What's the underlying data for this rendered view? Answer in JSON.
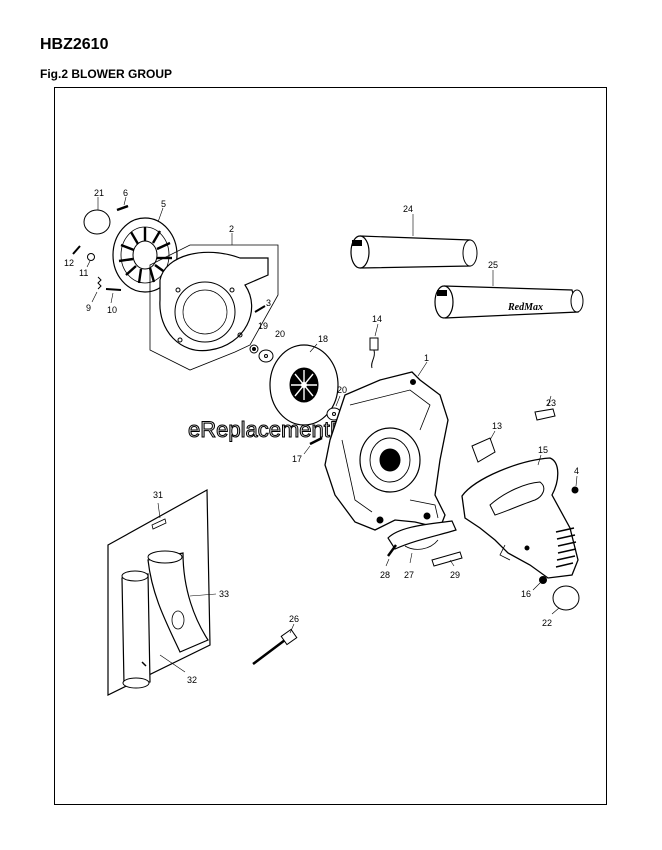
{
  "header": {
    "model": "HBZ2610",
    "figure_title": "Fig.2 BLOWER GROUP"
  },
  "watermark": "eReplacementParts.com",
  "brand_mark": "RedMax",
  "callouts": {
    "p1": "1",
    "p2": "2",
    "p3": "3",
    "p4": "4",
    "p5": "5",
    "p6": "6",
    "p9": "9",
    "p10": "10",
    "p11": "11",
    "p12": "12",
    "p13": "13",
    "p14": "14",
    "p15": "15",
    "p16": "16",
    "p17": "17",
    "p18": "18",
    "p19": "19",
    "p20a": "20",
    "p20b": "20",
    "p21": "21",
    "p22": "22",
    "p23": "23",
    "p24": "24",
    "p25": "25",
    "p26": "26",
    "p27": "27",
    "p28": "28",
    "p29": "29",
    "p31": "31",
    "p32": "32",
    "p33": "33"
  }
}
